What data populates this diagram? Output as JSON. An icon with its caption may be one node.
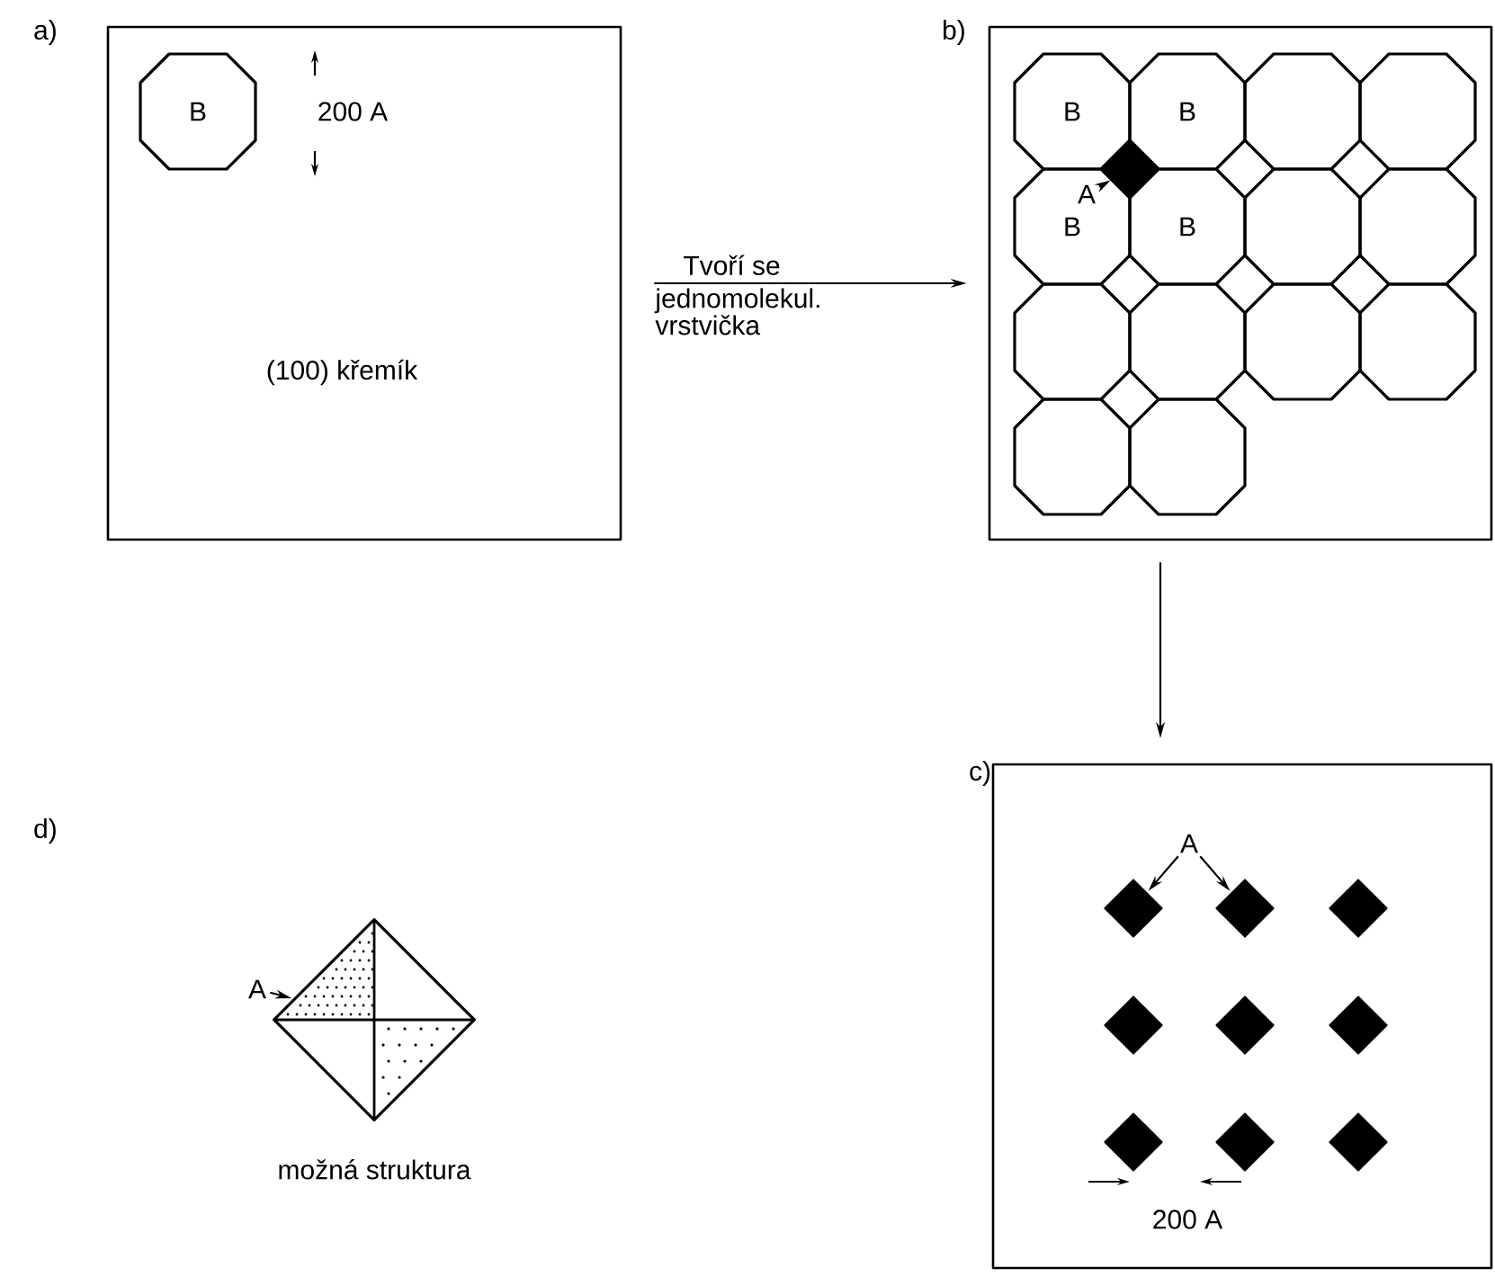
{
  "diagram": {
    "nodes": [
      {
        "text": [
          "a)",
          "(100) křemík"
        ]
      },
      {
        "text": [
          "B"
        ],
        "in": 0
      },
      {
        "text": [
          "b)"
        ]
      },
      {
        "text": [
          "B"
        ],
        "in": 2
      },
      {
        "text": [
          "B"
        ],
        "in": 2
      },
      {
        "text": [],
        "shape": "octagon",
        "in": 2
      },
      {
        "text": [],
        "shape": "octagon",
        "in": 2
      },
      {
        "text": [
          "B"
        ],
        "in": 2
      },
      {
        "text": [
          "B"
        ],
        "in": 2
      },
      {
        "text": [],
        "shape": "octagon",
        "in": 2
      },
      {
        "text": [],
        "shape": "octagon",
        "in": 2
      },
      {
        "text": [],
        "shape": "octagon",
        "in": 2
      },
      {
        "text": [],
        "shape": "octagon",
        "in": 2
      },
      {
        "text": [],
        "shape": "octagon",
        "in": 2
      },
      {
        "text": [],
        "shape": "octagon",
        "in": 2
      },
      {
        "text": [],
        "shape": "octagon",
        "in": 2
      },
      {
        "text": [],
        "shape": "octagon",
        "in": 2
      },
      {
        "text": [
          "A"
        ],
        "in": 7
      },
      {
        "text": [],
        "shape": "diamond",
        "in": 2
      },
      {
        "text": [
          "c)"
        ]
      },
      {
        "text": [
          "A"
        ],
        "in": 19
      },
      {
        "text": [],
        "shape": "diamond",
        "in": 19
      },
      {
        "text": [],
        "shape": "diamond",
        "in": 19
      },
      {
        "text": [],
        "shape": "diamond",
        "in": 19
      },
      {
        "text": [],
        "shape": "diamond",
        "in": 19
      },
      {
        "text": [],
        "shape": "diamond",
        "in": 19
      },
      {
        "text": [],
        "shape": "diamond",
        "in": 19
      },
      {
        "text": [],
        "shape": "diamond",
        "in": 19
      },
      {
        "text": [],
        "shape": "diamond",
        "in": 19
      },
      {
        "text": [],
        "shape": "diamond",
        "in": 19
      },
      {
        "text": [
          "A"
        ]
      },
      {
        "text": [],
        "shape": "diamond",
        "beside": [
          "možná struktura"
        ]
      }
    ],
    "edges": [
      {
        "from": 0,
        "to": 2,
        "arrow": "to",
        "label": "Tvoří se"
      },
      {
        "from": 2,
        "to": 19,
        "arrow": "to"
      },
      {
        "from": 17,
        "to": 18,
        "arrow": "to"
      },
      {
        "from": 20,
        "to": 21,
        "arrow": "to"
      },
      {
        "from": 20,
        "to": 22,
        "arrow": "to"
      },
      {
        "from": 30,
        "to": 31,
        "arrow": "to"
      }
    ],
    "labels": [
      "200 A",
      "jednomolekul. vrstvička",
      "d)",
      "200 A"
    ]
  }
}
